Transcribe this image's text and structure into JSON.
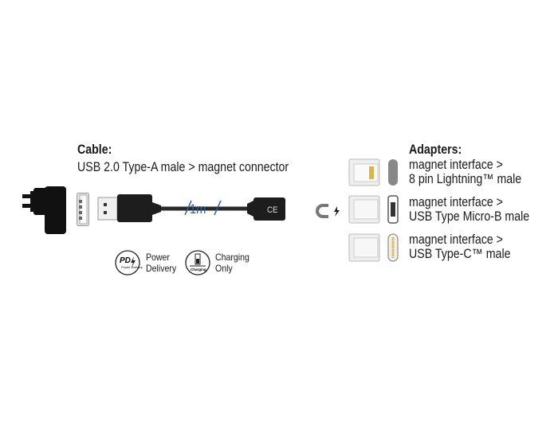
{
  "cable": {
    "heading": "Cable:",
    "description": "USB 2.0 Type-A male > magnet connector",
    "length_label": "1m",
    "connector_mark": "CE",
    "features": [
      {
        "icon": "power-delivery-icon",
        "icon_text": "PD",
        "icon_subtext": "Power Delivery",
        "label_line1": "Power",
        "label_line2": "Delivery"
      },
      {
        "icon": "charging-icon",
        "icon_subtext": "Charging",
        "label_line1": "Charging",
        "label_line2": "Only"
      }
    ]
  },
  "adapters": {
    "heading": "Adapters:",
    "items": [
      {
        "line1": "magnet interface >",
        "line2": "8 pin Lightning™ male"
      },
      {
        "line1": "magnet interface >",
        "line2": "USB Type Micro-B male"
      },
      {
        "line1": "magnet interface >",
        "line2": "USB Type-C™ male"
      }
    ]
  },
  "colors": {
    "accent": "#2e5c9e",
    "cable": "#222222",
    "metal": "#d8d8d8"
  }
}
